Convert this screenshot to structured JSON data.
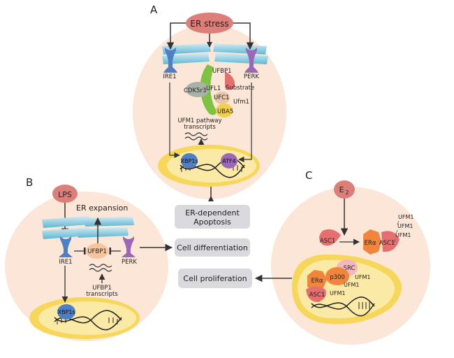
{
  "panels": {
    "a": {
      "letter": "A",
      "trigger": "ER stress",
      "sensor_left": "IRE1",
      "sensor_right": "PERK",
      "ufbp1": "UFBP1",
      "cdk5r3": "CDK5r3",
      "ufl1": "UFL1",
      "substrate": "Substrate",
      "ufc1": "UFC1",
      "ufm1": "Ufm1",
      "uba5": "UBA5",
      "transcripts_line1": "UFM1 pathway",
      "transcripts_line2": "transcripts",
      "tf_left": "XBP1s",
      "tf_right": "ATF4"
    },
    "b": {
      "letter": "B",
      "trigger": "LPS",
      "er_expansion": "ER expansion",
      "sensor_left": "IRE1",
      "ufbp1": "UFBP1",
      "sensor_right": "PERK",
      "transcripts_line1": "UFBP1",
      "transcripts_line2": "transcripts",
      "tf": "XBP1s"
    },
    "c": {
      "letter": "C",
      "trigger_base": "E",
      "trigger_sub": "2",
      "asc1_top": "ASC1",
      "era_top": "ERα",
      "asc1_right": "ASC1",
      "ufm1_list": [
        "UFM1",
        "UFM1",
        "UFM1"
      ],
      "src": "SRC",
      "era_nuc": "ERα",
      "p300": "p300",
      "ufm1_nuc_a": "UFM1",
      "ufm1_nuc_b": "UFM1",
      "ufm1_nuc_c": "UFM1",
      "asc1_nuc": "ASC1"
    }
  },
  "outcomes": {
    "apoptosis_line1": "ER-dependent",
    "apoptosis_line2": "Apoptosis",
    "differentiation": "Cell differentiation",
    "proliferation": "Cell proliferation"
  }
}
